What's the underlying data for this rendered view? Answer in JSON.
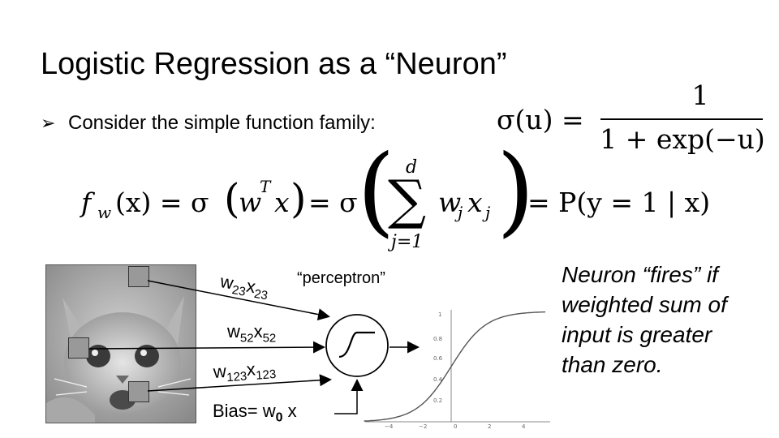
{
  "slide": {
    "title": "Logistic Regression as a “Neuron”",
    "bullet": "Consider the simple function family:"
  },
  "sigma_formula": {
    "lhs": "σ(u) =",
    "numerator": "1",
    "denominator": "1 + exp(−u)"
  },
  "main_formula": {
    "f_w_x": "f",
    "w_sub": "w",
    "x_arg": "(x) = σ",
    "wT_x": "w",
    "T_sup": "T",
    "x_close": "x",
    "eq_sigma": "= σ",
    "sum_upper": "d",
    "sum_lower": "j=1",
    "wj": "w",
    "j_sub": "j",
    "xj": "x",
    "j_sub2": "j",
    "rhs": "= P(y = 1 | x)"
  },
  "diagram": {
    "label_w23": "w",
    "label_w23_sub": "23",
    "label_x23": "x",
    "label_x23_sub": "23",
    "perceptron_label": "“perceptron”",
    "label_w52": "w",
    "label_w52_sub": "52",
    "label_x52": "x",
    "label_x52_sub": "52",
    "label_w123": "w",
    "label_w123_sub": "123",
    "label_x123": "x",
    "label_x123_sub": "123",
    "bias_prefix": "Bias= w",
    "bias_sub": "0",
    "bias_suffix": " x"
  },
  "neuron_text": "Neuron “fires” if weighted sum of input is greater than zero.",
  "graph": {
    "y_ticks": [
      "1",
      "0.8",
      "0.6",
      "0.4",
      "0.2"
    ],
    "x_ticks": [
      "−4",
      "−2",
      "0",
      "2",
      "4"
    ]
  },
  "colors": {
    "patch_fill": "#999999",
    "line": "#000000"
  }
}
